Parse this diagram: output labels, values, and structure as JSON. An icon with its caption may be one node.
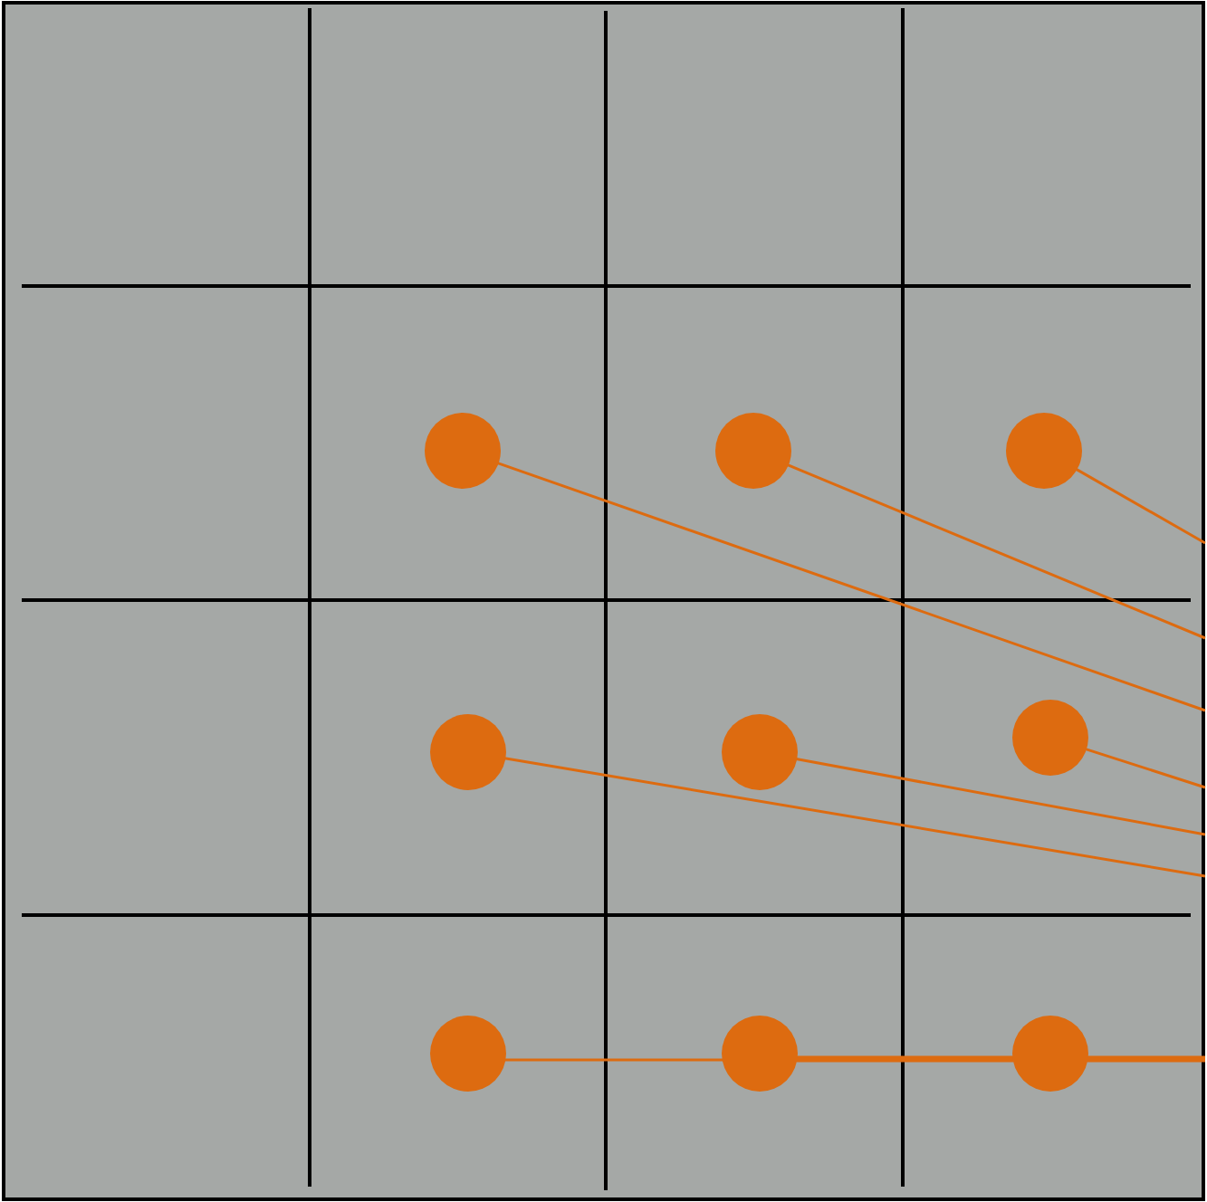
{
  "diagram": {
    "nodes": [
      {
        "text": [],
        "shape": "circle"
      },
      {
        "text": [],
        "shape": "circle"
      },
      {
        "text": [],
        "shape": "circle"
      },
      {
        "text": [],
        "shape": "circle"
      },
      {
        "text": [],
        "shape": "circle"
      },
      {
        "text": [],
        "shape": "circle"
      },
      {
        "text": [],
        "shape": "circle"
      },
      {
        "text": [],
        "shape": "circle"
      },
      {
        "text": [],
        "shape": "circle"
      }
    ],
    "edges": [
      {
        "from": 0,
        "to": null,
        "arrow": "none"
      },
      {
        "from": 1,
        "to": null,
        "arrow": "none"
      },
      {
        "from": 2,
        "to": null,
        "arrow": "none"
      },
      {
        "from": 3,
        "to": null,
        "arrow": "none"
      },
      {
        "from": 4,
        "to": null,
        "arrow": "none"
      },
      {
        "from": 5,
        "to": null,
        "arrow": "none"
      },
      {
        "from": 6,
        "to": 7,
        "arrow": "none"
      },
      {
        "from": 7,
        "to": 8,
        "arrow": "none",
        "style": "thick"
      },
      {
        "from": 8,
        "to": null,
        "arrow": "none",
        "style": "thick"
      }
    ]
  }
}
